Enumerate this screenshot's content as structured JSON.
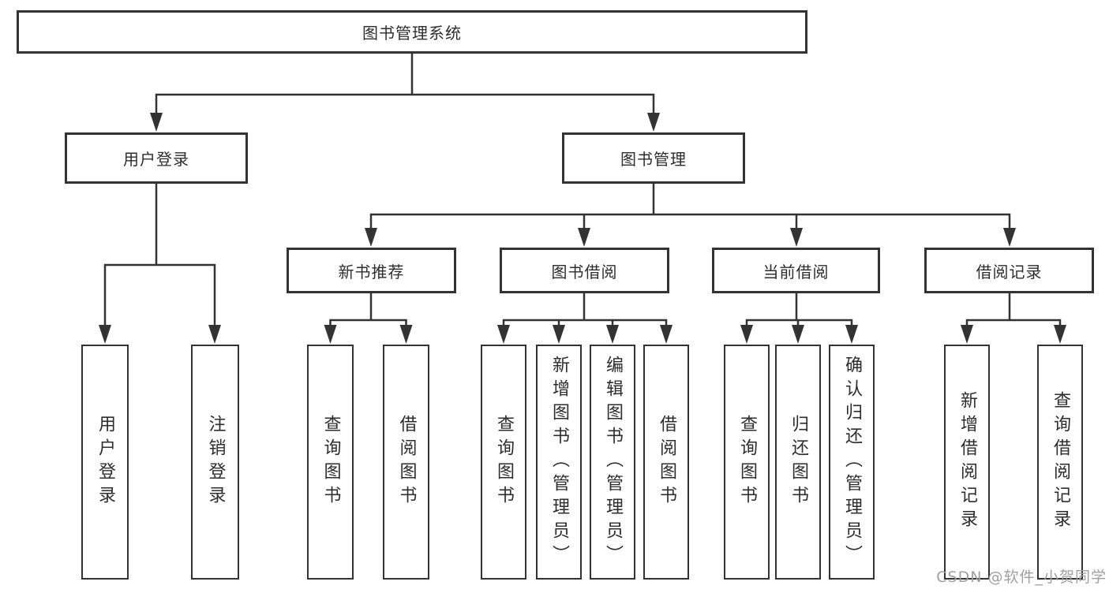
{
  "diagram_title": "图书管理系统",
  "tree": {
    "root": {
      "label": "图书管理系统"
    },
    "children": [
      {
        "label": "用户登录",
        "leaves": [
          "用户登录",
          "注销登录"
        ]
      },
      {
        "label": "图书管理",
        "children": [
          {
            "label": "新书推荐",
            "leaves": [
              "查询图书",
              "借阅图书"
            ]
          },
          {
            "label": "图书借阅",
            "leaves": [
              "查询图书",
              "新增图书（管理员）",
              "编辑图书（管理员）",
              "借阅图书"
            ]
          },
          {
            "label": "当前借阅",
            "leaves": [
              "查询图书",
              "归还图书",
              "确认归还（管理员）"
            ]
          },
          {
            "label": "借阅记录",
            "leaves": [
              "新增借阅记录",
              "查询借阅记录"
            ]
          }
        ]
      }
    ]
  },
  "watermark": {
    "text": "CSDN @软件_小贺同学"
  },
  "colors": {
    "line": "#333333",
    "box_border": "#333333",
    "box_fill": "#ffffff",
    "text": "#2d2d2d",
    "watermark": "#a0a0a0",
    "background": "#ffffff"
  }
}
